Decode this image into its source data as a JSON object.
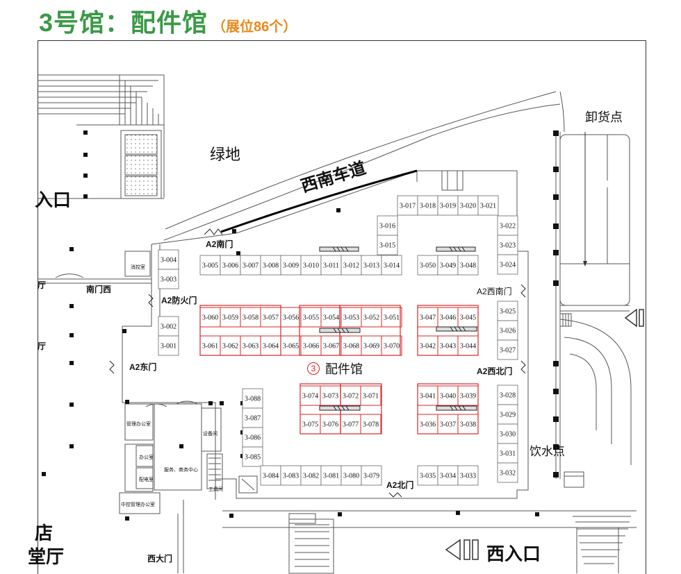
{
  "header": {
    "title": "3号馆：配件馆",
    "subtitle": "（展位86个）"
  },
  "colors": {
    "title": "#3a9a46",
    "subtitle": "#e8891b",
    "highlight": "#d82626",
    "line": "#555555"
  },
  "labels": {
    "green_area": "绿地",
    "road": "西南车道",
    "unloading": "卸货点",
    "hall": "配件馆",
    "hall_number": "3",
    "west_entrance": "西入口",
    "partial_entrance": "入口",
    "partial_hall_1": "厅",
    "partial_hall_2": "厅",
    "partial_hall_3": "堂厅",
    "partial_char": "店",
    "water": "饮水点",
    "gate_a2_south": "A2南门",
    "gate_a2_fire": "A2防火门",
    "gate_a2_east": "A2东门",
    "gate_a2_southwest": "A2西南门",
    "gate_a2_northwest": "A2西北门",
    "gate_a2_north": "A2北门",
    "gate_south_west": "南门西",
    "gate_west_big": "西大门",
    "room_small_1": "消控室",
    "room_office_1": "管理办公室",
    "room_office_2": "办公室",
    "room_office_3": "配电室",
    "room_office_4": "设备间",
    "room_service": "服务、商务中心",
    "room_office_5": "中控管理办公室",
    "room_office_6": "工具间"
  },
  "booths": {
    "row_top": [
      "3-017",
      "3-018",
      "3-019",
      "3-020",
      "3-021"
    ],
    "col_mid_left": [
      "3-016",
      "3-015"
    ],
    "row_main": [
      "3-005",
      "3-006",
      "3-007",
      "3-008",
      "3-009",
      "3-010",
      "3-011",
      "3-012",
      "3-013",
      "3-014"
    ],
    "col_left": [
      "3-004",
      "3-003",
      "3-002",
      "3-001"
    ],
    "row_mid_right": [
      "3-050",
      "3-049",
      "3-048"
    ],
    "col_right": [
      "3-022",
      "3-023",
      "3-024",
      "3-025",
      "3-026",
      "3-027",
      "3-028",
      "3-029",
      "3-030",
      "3-031",
      "3-032"
    ],
    "block_a_top": [
      "3-060",
      "3-059",
      "3-058",
      "3-057",
      "3-056",
      "3-055",
      "3-054",
      "3-053",
      "3-052",
      "3-051"
    ],
    "block_a_bottom": [
      "3-061",
      "3-062",
      "3-063",
      "3-064",
      "3-065",
      "3-066",
      "3-067",
      "3-068",
      "3-069",
      "3-070"
    ],
    "block_b_top": [
      "3-047",
      "3-046",
      "3-045"
    ],
    "block_b_bottom": [
      "3-042",
      "3-043",
      "3-044"
    ],
    "col_lower_left": [
      "3-088",
      "3-087",
      "3-086",
      "3-085"
    ],
    "block_c_top": [
      "3-074",
      "3-073",
      "3-072",
      "3-071"
    ],
    "block_c_bottom": [
      "3-075",
      "3-076",
      "3-077",
      "3-078"
    ],
    "block_d_top": [
      "3-041",
      "3-040",
      "3-039"
    ],
    "block_d_bottom": [
      "3-036",
      "3-037",
      "3-038"
    ],
    "row_bottom_left": [
      "3-084",
      "3-083",
      "3-082",
      "3-081",
      "3-080",
      "3-079"
    ],
    "row_bottom_right": [
      "3-035",
      "3-034",
      "3-033"
    ]
  }
}
